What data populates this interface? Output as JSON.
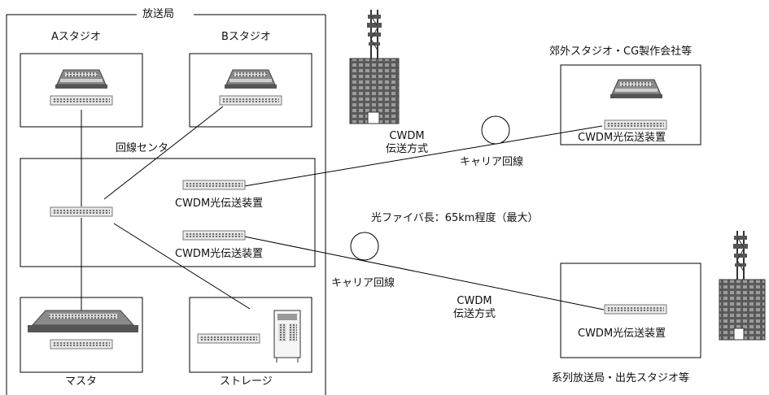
{
  "broadcast_station": {
    "title": "放送局",
    "studio_a": "Aスタジオ",
    "studio_b": "Bスタジオ",
    "line_center": "回線センタ",
    "master": "マスタ",
    "storage": "ストレージ",
    "cwdm_device_1": "CWDM光伝送装置",
    "cwdm_device_2": "CWDM光伝送装置"
  },
  "remote_sites": {
    "suburban": {
      "label": "郊外スタジオ・CG製作会社等",
      "device": "CWDM光伝送装置"
    },
    "affiliate": {
      "label": "系列放送局・出先スタジオ等",
      "device": "CWDM光伝送装置"
    }
  },
  "links": {
    "upper": {
      "method_line1": "CWDM",
      "method_line2": "伝送方式",
      "carrier": "キャリア回線"
    },
    "lower": {
      "method_line1": "CWDM",
      "method_line2": "伝送方式",
      "carrier": "キャリア回線",
      "fiber_note": "光ファイバ長：65km程度（最大）"
    }
  },
  "colors": {
    "line": "#000000",
    "device_gray": "#9a9a9a",
    "device_dark": "#555555"
  }
}
